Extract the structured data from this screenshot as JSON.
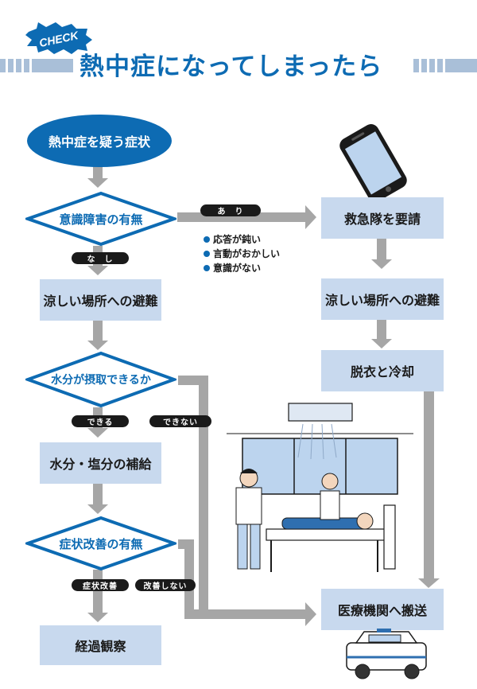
{
  "header": {
    "badge": "CHECK",
    "title": "熱中症になってしまったら"
  },
  "flow": {
    "start": "熱中症を疑う症状",
    "q1": "意識障害の有無",
    "q1_yes": "あ　り",
    "q1_no": "な　し",
    "symptoms": [
      "応答が鈍い",
      "言動がおかしい",
      "意識がない"
    ],
    "left_cool": "涼しい場所への避難",
    "q2": "水分が摂取できるか",
    "q2_yes": "できる",
    "q2_no": "できない",
    "hydrate": "水分・塩分の補給",
    "q3": "症状改善の有無",
    "q3_yes": "症状改善",
    "q3_no": "改善しない",
    "observe": "経過観察",
    "ambulance": "救急隊を要請",
    "right_cool": "涼しい場所への避難",
    "undress": "脱衣と冷却",
    "hospital": "医療機関へ搬送"
  },
  "colors": {
    "brand": "#0d6bb3",
    "box": "#c8d9ee",
    "arrow": "#a6a6a6",
    "decor": "#a9bfd8"
  }
}
